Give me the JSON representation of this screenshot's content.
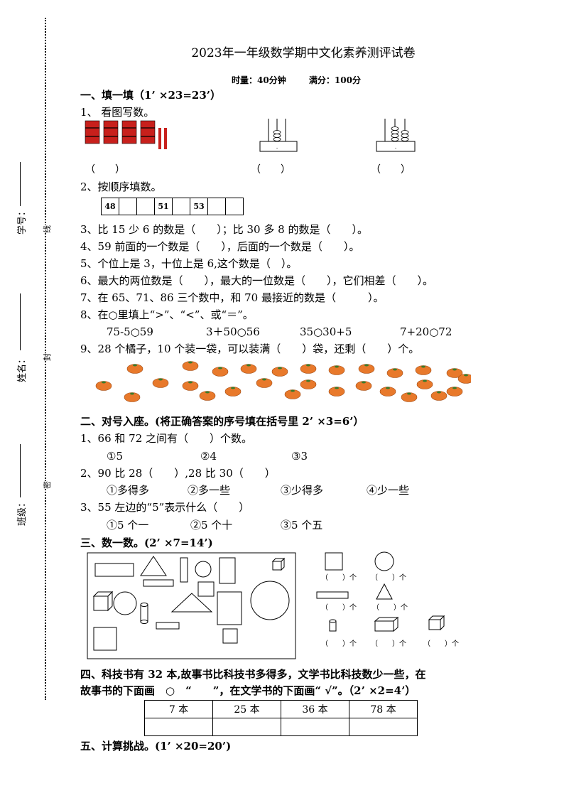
{
  "side": {
    "student_no": "学号：",
    "name": "姓名：",
    "class": "班级：",
    "seal_xian": "线",
    "seal_feng": "封",
    "seal_mi": "密"
  },
  "header": {
    "title": "2023年一年级数学期中文化素养测评试卷",
    "time": "时量：40分钟",
    "score": "满分：100分"
  },
  "s1": {
    "title": "一、填一填（1’ ×23=23’）",
    "q1": "1、 看图写数。",
    "blank1": "（　　）",
    "blank2": "（　　）",
    "blank3": "（　　）",
    "q2": "2、按顺序填数。",
    "seq": [
      "48",
      "",
      "",
      "51",
      "",
      "53",
      "",
      ""
    ],
    "q3": "3、比 15 少 6 的数是（　　）；比 30 多 8 的数是（　　）。",
    "q4": "4、59 前面的一个数是（　　），后面的一个数是（　　）。",
    "q5": "5、个位上是 3，十位上是 6,这个数是（　）。",
    "q6": "6、最大的两位数是（　　），最大的一位数是（　　），它们相差（　　）。",
    "q7": "7、在 65、71、86 三个数中，和 70 最接近的数是（　　　）。",
    "q8": "8、在○里填上“>”、“<”、或“＝”。",
    "q8a": "75-5○59",
    "q8b": "3＋50○56",
    "q8c": "35○30+5",
    "q8d": "7+20○72",
    "q9": "9、28 个橘子，10 个装一袋，可以装满（　　）袋，还剩（　　）个。"
  },
  "s2": {
    "title": "二、对号入座。(将正确答案的序号填在括号里 2’ ×3=6’）",
    "q1": "1、66 和 72 之间有（　　）个数。",
    "q1a": "①5",
    "q1b": "②4",
    "q1c": "③3",
    "q2": "2、90 比 28（　　）,28 比 30（　　）",
    "q2a": "①多得多",
    "q2b": "②多一些",
    "q2c": "③少得多",
    "q2d": "④少一些",
    "q3": "3、55 左边的“5”表示什么（　　）",
    "q3a": "①5 个一",
    "q3b": "②5 个十",
    "q3c": "③5 个五"
  },
  "s3": {
    "title": "三、数一数。(2’ ×7=14’)",
    "count_label": "（　　）个"
  },
  "s4": {
    "line1": "四、科技书有 32 本,故事书比科技书多得多，文学书比科技数少一些，在",
    "line2": "故事书的下面画　○　“　　”，在文学书的下面画“ √”。（2’ ×2=4’）",
    "books": [
      "7 本",
      "25 本",
      "36 本",
      "78 本"
    ]
  },
  "s5": {
    "title": "五、计算挑战。(1’ ×20=20’)"
  },
  "colors": {
    "stick_red": "#c8201c",
    "orange": "#e8792b",
    "leaf": "#3a7a2a"
  }
}
